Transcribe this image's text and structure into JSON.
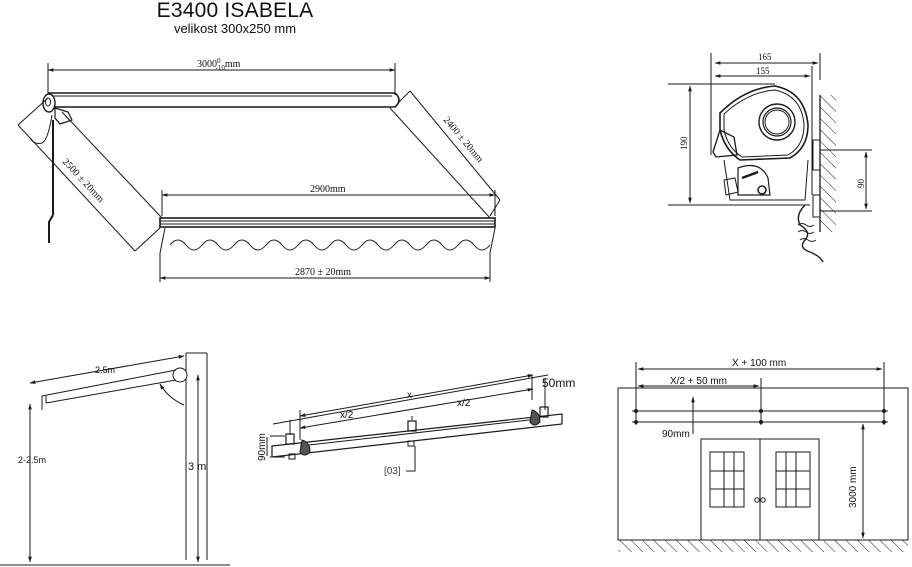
{
  "header": {
    "title": "E3400 ISABELA",
    "subtitle": "velikost 300x250 mm"
  },
  "main_view": {
    "width_label": "3000",
    "width_tolerance_upper": "0",
    "width_tolerance_lower": "-10",
    "width_unit": "mm",
    "left_projection_label": "2500 ± 20mm",
    "right_projection_label": "2400 ± 20mm",
    "front_bar_label": "2900mm",
    "valance_label": "2870 ± 20mm"
  },
  "cross_section": {
    "depth_outer": "165",
    "depth_inner": "155",
    "height": "190",
    "bracket_spacing": "90"
  },
  "side_view": {
    "projection": "2.5m",
    "front_height": "2-2.5m",
    "mount_height": "3 m"
  },
  "bracket_view": {
    "total": "x",
    "half_left": "x/2",
    "half_right": "x/2",
    "offset": "50mm",
    "height": "90mm",
    "part_ref": "[03]"
  },
  "wall_view": {
    "total_width": "X + 100 mm",
    "half_width": "X/2 + 50 mm",
    "bracket_spacing": "90mm",
    "mount_height": "3000 mm"
  },
  "colors": {
    "line": "#1a1a1a",
    "background": "#ffffff"
  }
}
